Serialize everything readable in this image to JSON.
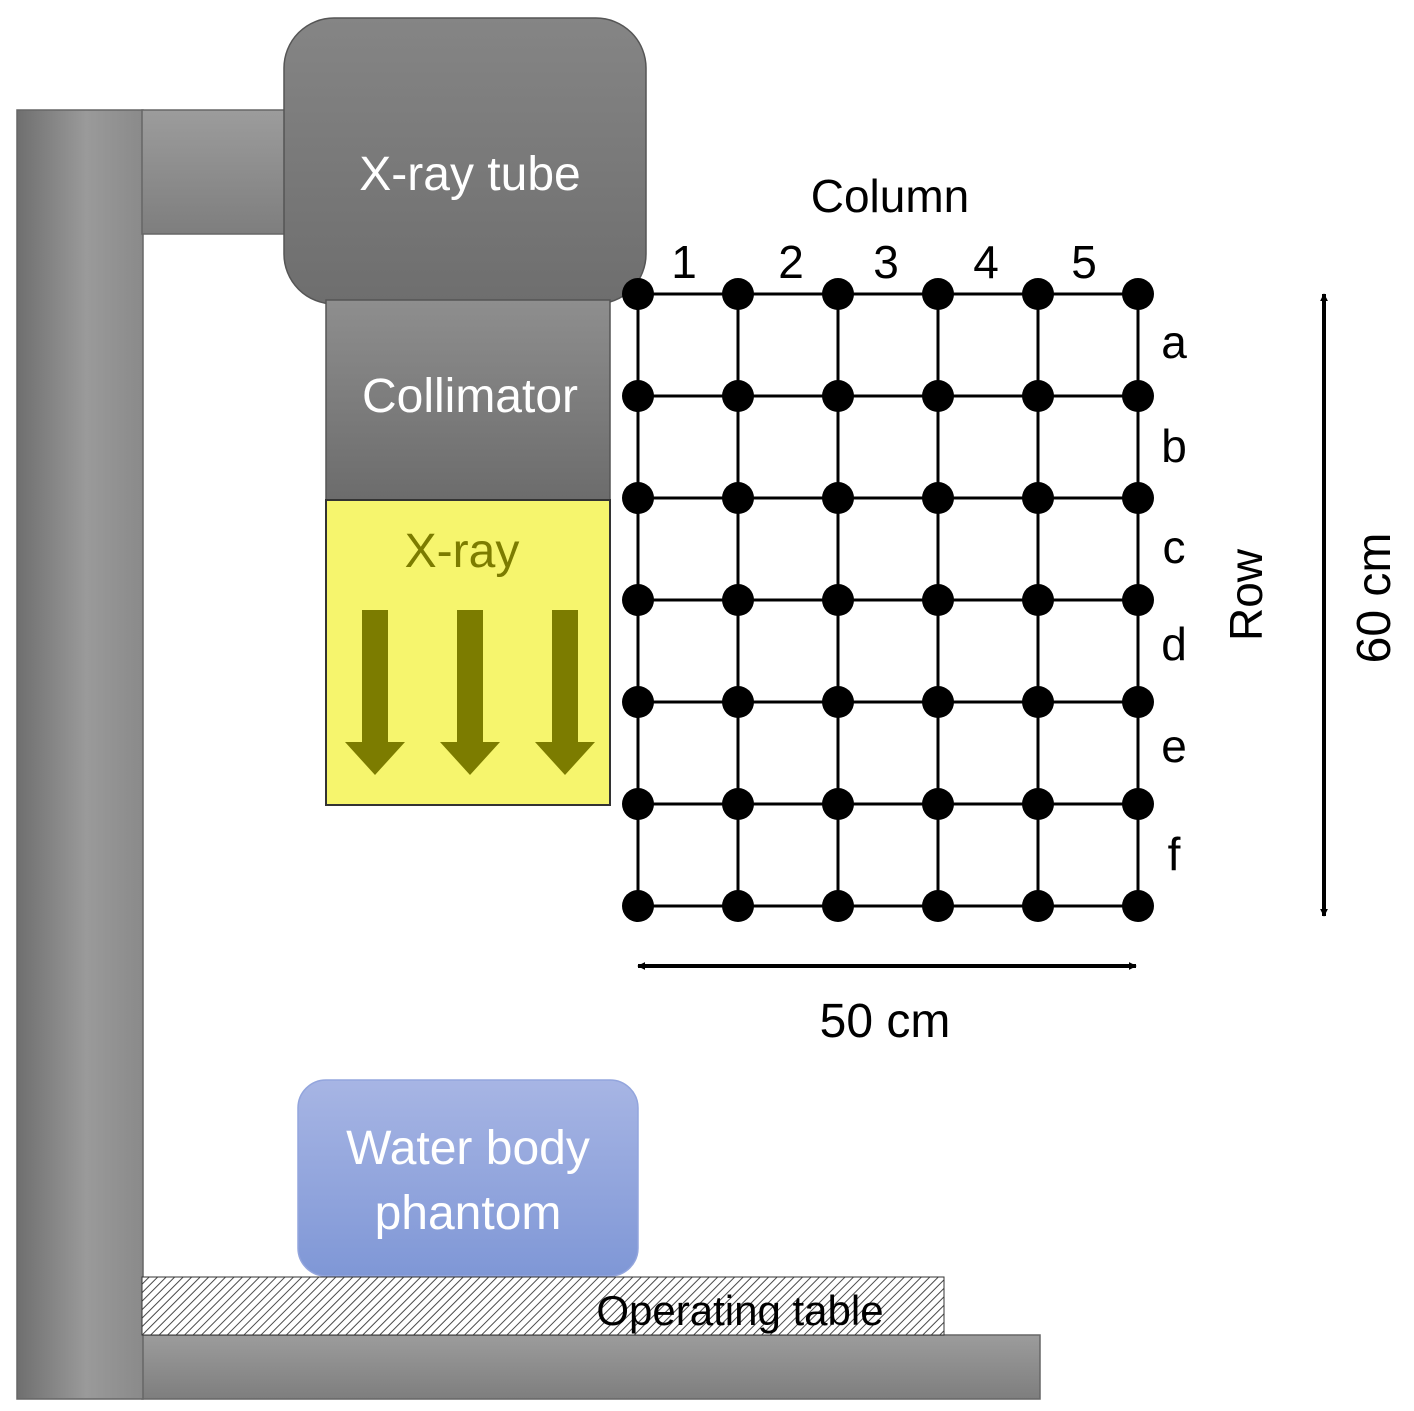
{
  "labels": {
    "xray_tube": "X-ray tube",
    "collimator": "Collimator",
    "xray": "X-ray",
    "phantom_line1": "Water body",
    "phantom_line2": "phantom",
    "operating_table": "Operating table",
    "column_title": "Column",
    "row_title": "Row",
    "width_dim": "50 cm",
    "height_dim": "60 cm"
  },
  "grid": {
    "columns": [
      "1",
      "2",
      "3",
      "4",
      "5"
    ],
    "rows": [
      "a",
      "b",
      "c",
      "d",
      "e",
      "f"
    ]
  },
  "colors": {
    "equipment": "#8c8c8c",
    "tube": "#7a7a7a",
    "xray_fill": "#f6f56d",
    "xray_arrow": "#7c7c00",
    "phantom": "#8da3dc",
    "grid": "#000000"
  }
}
